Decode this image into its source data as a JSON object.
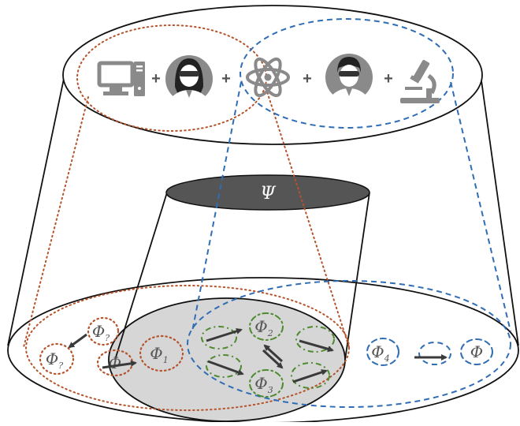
{
  "top": {
    "operator": "+",
    "icons": [
      "computer-icon",
      "female-researcher-icon",
      "atom-icon",
      "male-researcher-icon",
      "microscope-icon"
    ]
  },
  "middle": {
    "label": "Ψ"
  },
  "bottom": {
    "phi_symbol": "Φ",
    "nodes": [
      {
        "name": "phi-unknown-top",
        "sub": "?"
      },
      {
        "name": "phi-unknown-left",
        "sub": "?"
      },
      {
        "name": "phi-unknown-right",
        "sub": ""
      },
      {
        "name": "phi-1",
        "sub": "1"
      },
      {
        "name": "phi-2",
        "sub": "2"
      },
      {
        "name": "phi-3",
        "sub": "3"
      },
      {
        "name": "phi-4",
        "sub": "4"
      },
      {
        "name": "phi-final",
        "sub": ""
      }
    ]
  },
  "colors": {
    "orange": "#b5532b",
    "blue": "#2f6db5",
    "green": "#4e8a2e",
    "gray_fill": "#d6d6d6",
    "dark_ellipse": "#555555",
    "icon_gray": "#8a8a8a"
  }
}
